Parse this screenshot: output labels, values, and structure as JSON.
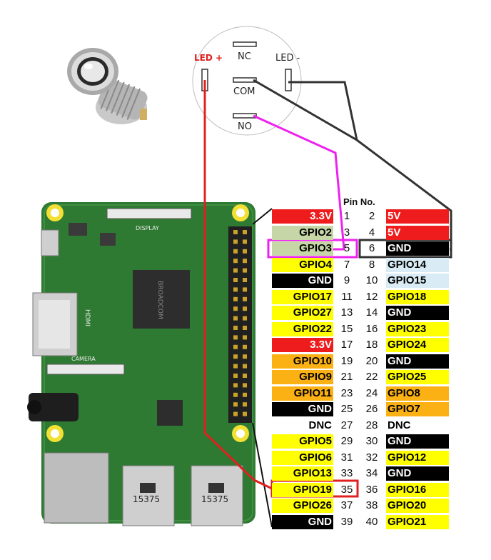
{
  "switch": {
    "led_plus": "LED +",
    "led_minus": "LED -",
    "nc": "NC",
    "com": "COM",
    "no": "NO"
  },
  "board": {
    "display_label": "DISPLAY",
    "camera_label": "CAMERA",
    "hdmi_label": "HDMI",
    "usb_label_1": "15375",
    "usb_label_2": "15375"
  },
  "pin_header": "Pin No.",
  "pins": [
    {
      "left_name": "3.3V",
      "left_num": "1",
      "right_num": "2",
      "right_name": "5V",
      "left_color": "red",
      "right_color": "red"
    },
    {
      "left_name": "GPIO2",
      "left_num": "3",
      "right_num": "4",
      "right_name": "5V",
      "left_color": "green",
      "right_color": "red"
    },
    {
      "left_name": "GPIO3",
      "left_num": "5",
      "right_num": "6",
      "right_name": "GND",
      "left_color": "green",
      "right_color": "black"
    },
    {
      "left_name": "GPIO4",
      "left_num": "7",
      "right_num": "8",
      "right_name": "GPIO14",
      "left_color": "yellow",
      "right_color": "lblue"
    },
    {
      "left_name": "GND",
      "left_num": "9",
      "right_num": "10",
      "right_name": "GPIO15",
      "left_color": "black",
      "right_color": "lblue"
    },
    {
      "left_name": "GPIO17",
      "left_num": "11",
      "right_num": "12",
      "right_name": "GPIO18",
      "left_color": "yellow",
      "right_color": "yellow"
    },
    {
      "left_name": "GPIO27",
      "left_num": "13",
      "right_num": "14",
      "right_name": "GND",
      "left_color": "yellow",
      "right_color": "black"
    },
    {
      "left_name": "GPIO22",
      "left_num": "15",
      "right_num": "16",
      "right_name": "GPIO23",
      "left_color": "yellow",
      "right_color": "yellow"
    },
    {
      "left_name": "3.3V",
      "left_num": "17",
      "right_num": "18",
      "right_name": "GPIO24",
      "left_color": "red",
      "right_color": "yellow"
    },
    {
      "left_name": "GPIO10",
      "left_num": "19",
      "right_num": "20",
      "right_name": "GND",
      "left_color": "orange",
      "right_color": "black"
    },
    {
      "left_name": "GPIO9",
      "left_num": "21",
      "right_num": "22",
      "right_name": "GPIO25",
      "left_color": "orange",
      "right_color": "yellow"
    },
    {
      "left_name": "GPIO11",
      "left_num": "23",
      "right_num": "24",
      "right_name": "GPIO8",
      "left_color": "orange",
      "right_color": "orange"
    },
    {
      "left_name": "GND",
      "left_num": "25",
      "right_num": "26",
      "right_name": "GPIO7",
      "left_color": "black",
      "right_color": "orange"
    },
    {
      "left_name": "DNC",
      "left_num": "27",
      "right_num": "28",
      "right_name": "DNC",
      "left_color": "none",
      "right_color": "none"
    },
    {
      "left_name": "GPIO5",
      "left_num": "29",
      "right_num": "30",
      "right_name": "GND",
      "left_color": "yellow",
      "right_color": "black"
    },
    {
      "left_name": "GPIO6",
      "left_num": "31",
      "right_num": "32",
      "right_name": "GPIO12",
      "left_color": "yellow",
      "right_color": "yellow"
    },
    {
      "left_name": "GPIO13",
      "left_num": "33",
      "right_num": "34",
      "right_name": "GND",
      "left_color": "yellow",
      "right_color": "black"
    },
    {
      "left_name": "GPIO19",
      "left_num": "35",
      "right_num": "36",
      "right_name": "GPIO16",
      "left_color": "yellow",
      "right_color": "yellow"
    },
    {
      "left_name": "GPIO26",
      "left_num": "37",
      "right_num": "38",
      "right_name": "GPIO20",
      "left_color": "yellow",
      "right_color": "yellow"
    },
    {
      "left_name": "GND",
      "left_num": "39",
      "right_num": "40",
      "right_name": "GPIO21",
      "left_color": "black",
      "right_color": "yellow"
    }
  ],
  "colors": {
    "board_green": "#2f7a32",
    "wire_red": "#e02020",
    "wire_magenta": "#ee22ee",
    "wire_black": "#333333",
    "highlight_pin3": "#ee22ee",
    "highlight_pin35": "#e02020"
  }
}
